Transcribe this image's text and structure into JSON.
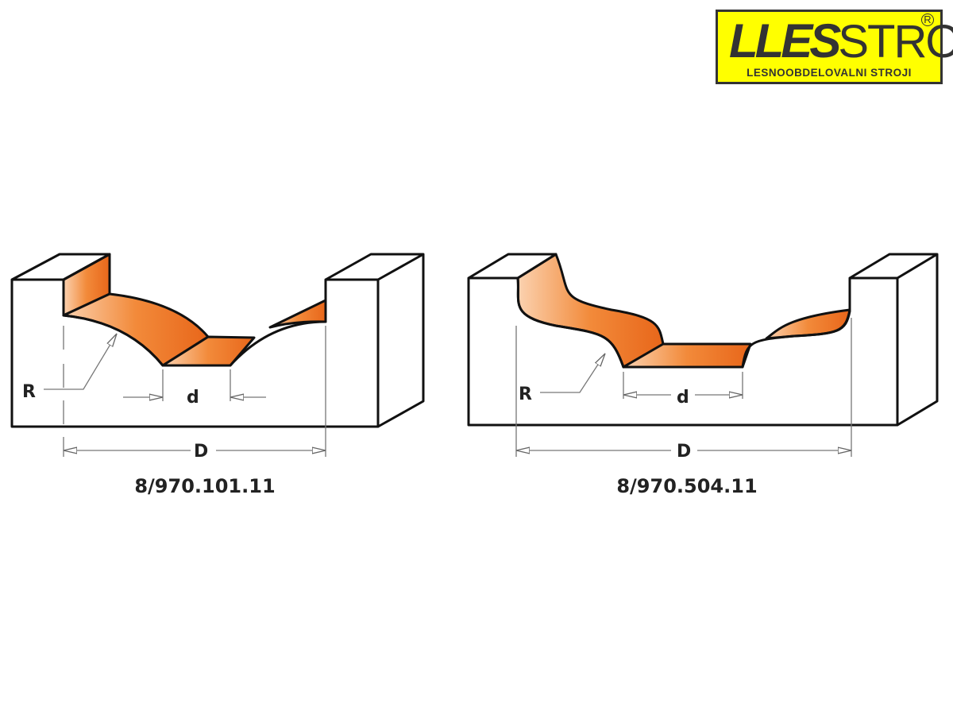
{
  "logo": {
    "brand_bold": "LLES",
    "brand_thin": "STROJ",
    "registered": "R",
    "tagline": "LESNOOBDELOVALNI STROJI"
  },
  "colors": {
    "orange": "#f07820",
    "logo_yellow": "#ffff00",
    "line": "#111111"
  },
  "diagrams": [
    {
      "code": "8/970.101.11",
      "labels": {
        "radius": "R",
        "small_diameter": "d",
        "large_diameter": "D"
      }
    },
    {
      "code": "8/970.504.11",
      "labels": {
        "radius": "R",
        "small_diameter": "d",
        "large_diameter": "D"
      }
    }
  ]
}
